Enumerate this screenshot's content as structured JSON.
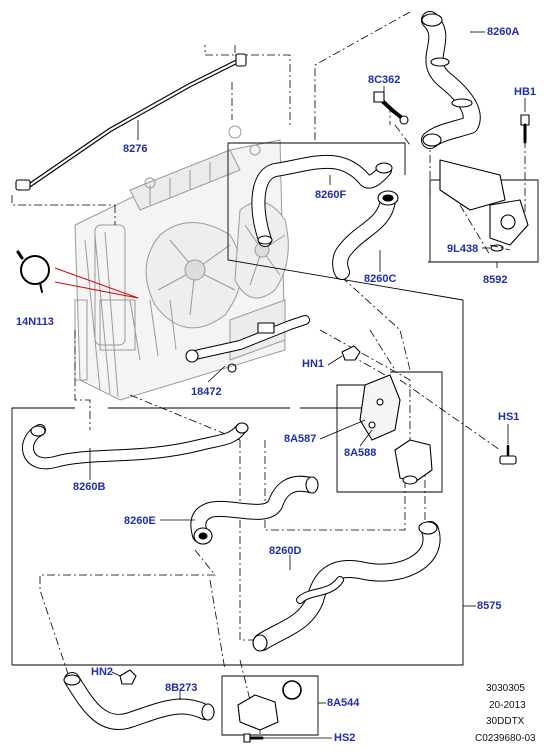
{
  "labels": {
    "p8260A": "8260A",
    "p8C362": "8C362",
    "pHB1": "HB1",
    "p8276": "8276",
    "p8260F": "8260F",
    "p8260C": "8260C",
    "p9L438": "9L438",
    "p8592": "8592",
    "p14N113": "14N113",
    "pHN1": "HN1",
    "p18472": "18472",
    "p8A587": "8A587",
    "p8A588": "8A588",
    "pHS1": "HS1",
    "p8260B": "8260B",
    "p8260E": "8260E",
    "p8260D": "8260D",
    "p8575": "8575",
    "pHN2": "HN2",
    "p8B273": "8B273",
    "p8A544": "8A544",
    "pHS2": "HS2"
  },
  "reference": {
    "line1": "3030305",
    "line2": "20-2013",
    "line3": "30DDTX",
    "line4": "C0239680-03"
  },
  "colors": {
    "label": "#1f2fa8",
    "line": "#000000",
    "callout_red": "#d40000",
    "art_gray": "#9a9a9a"
  }
}
